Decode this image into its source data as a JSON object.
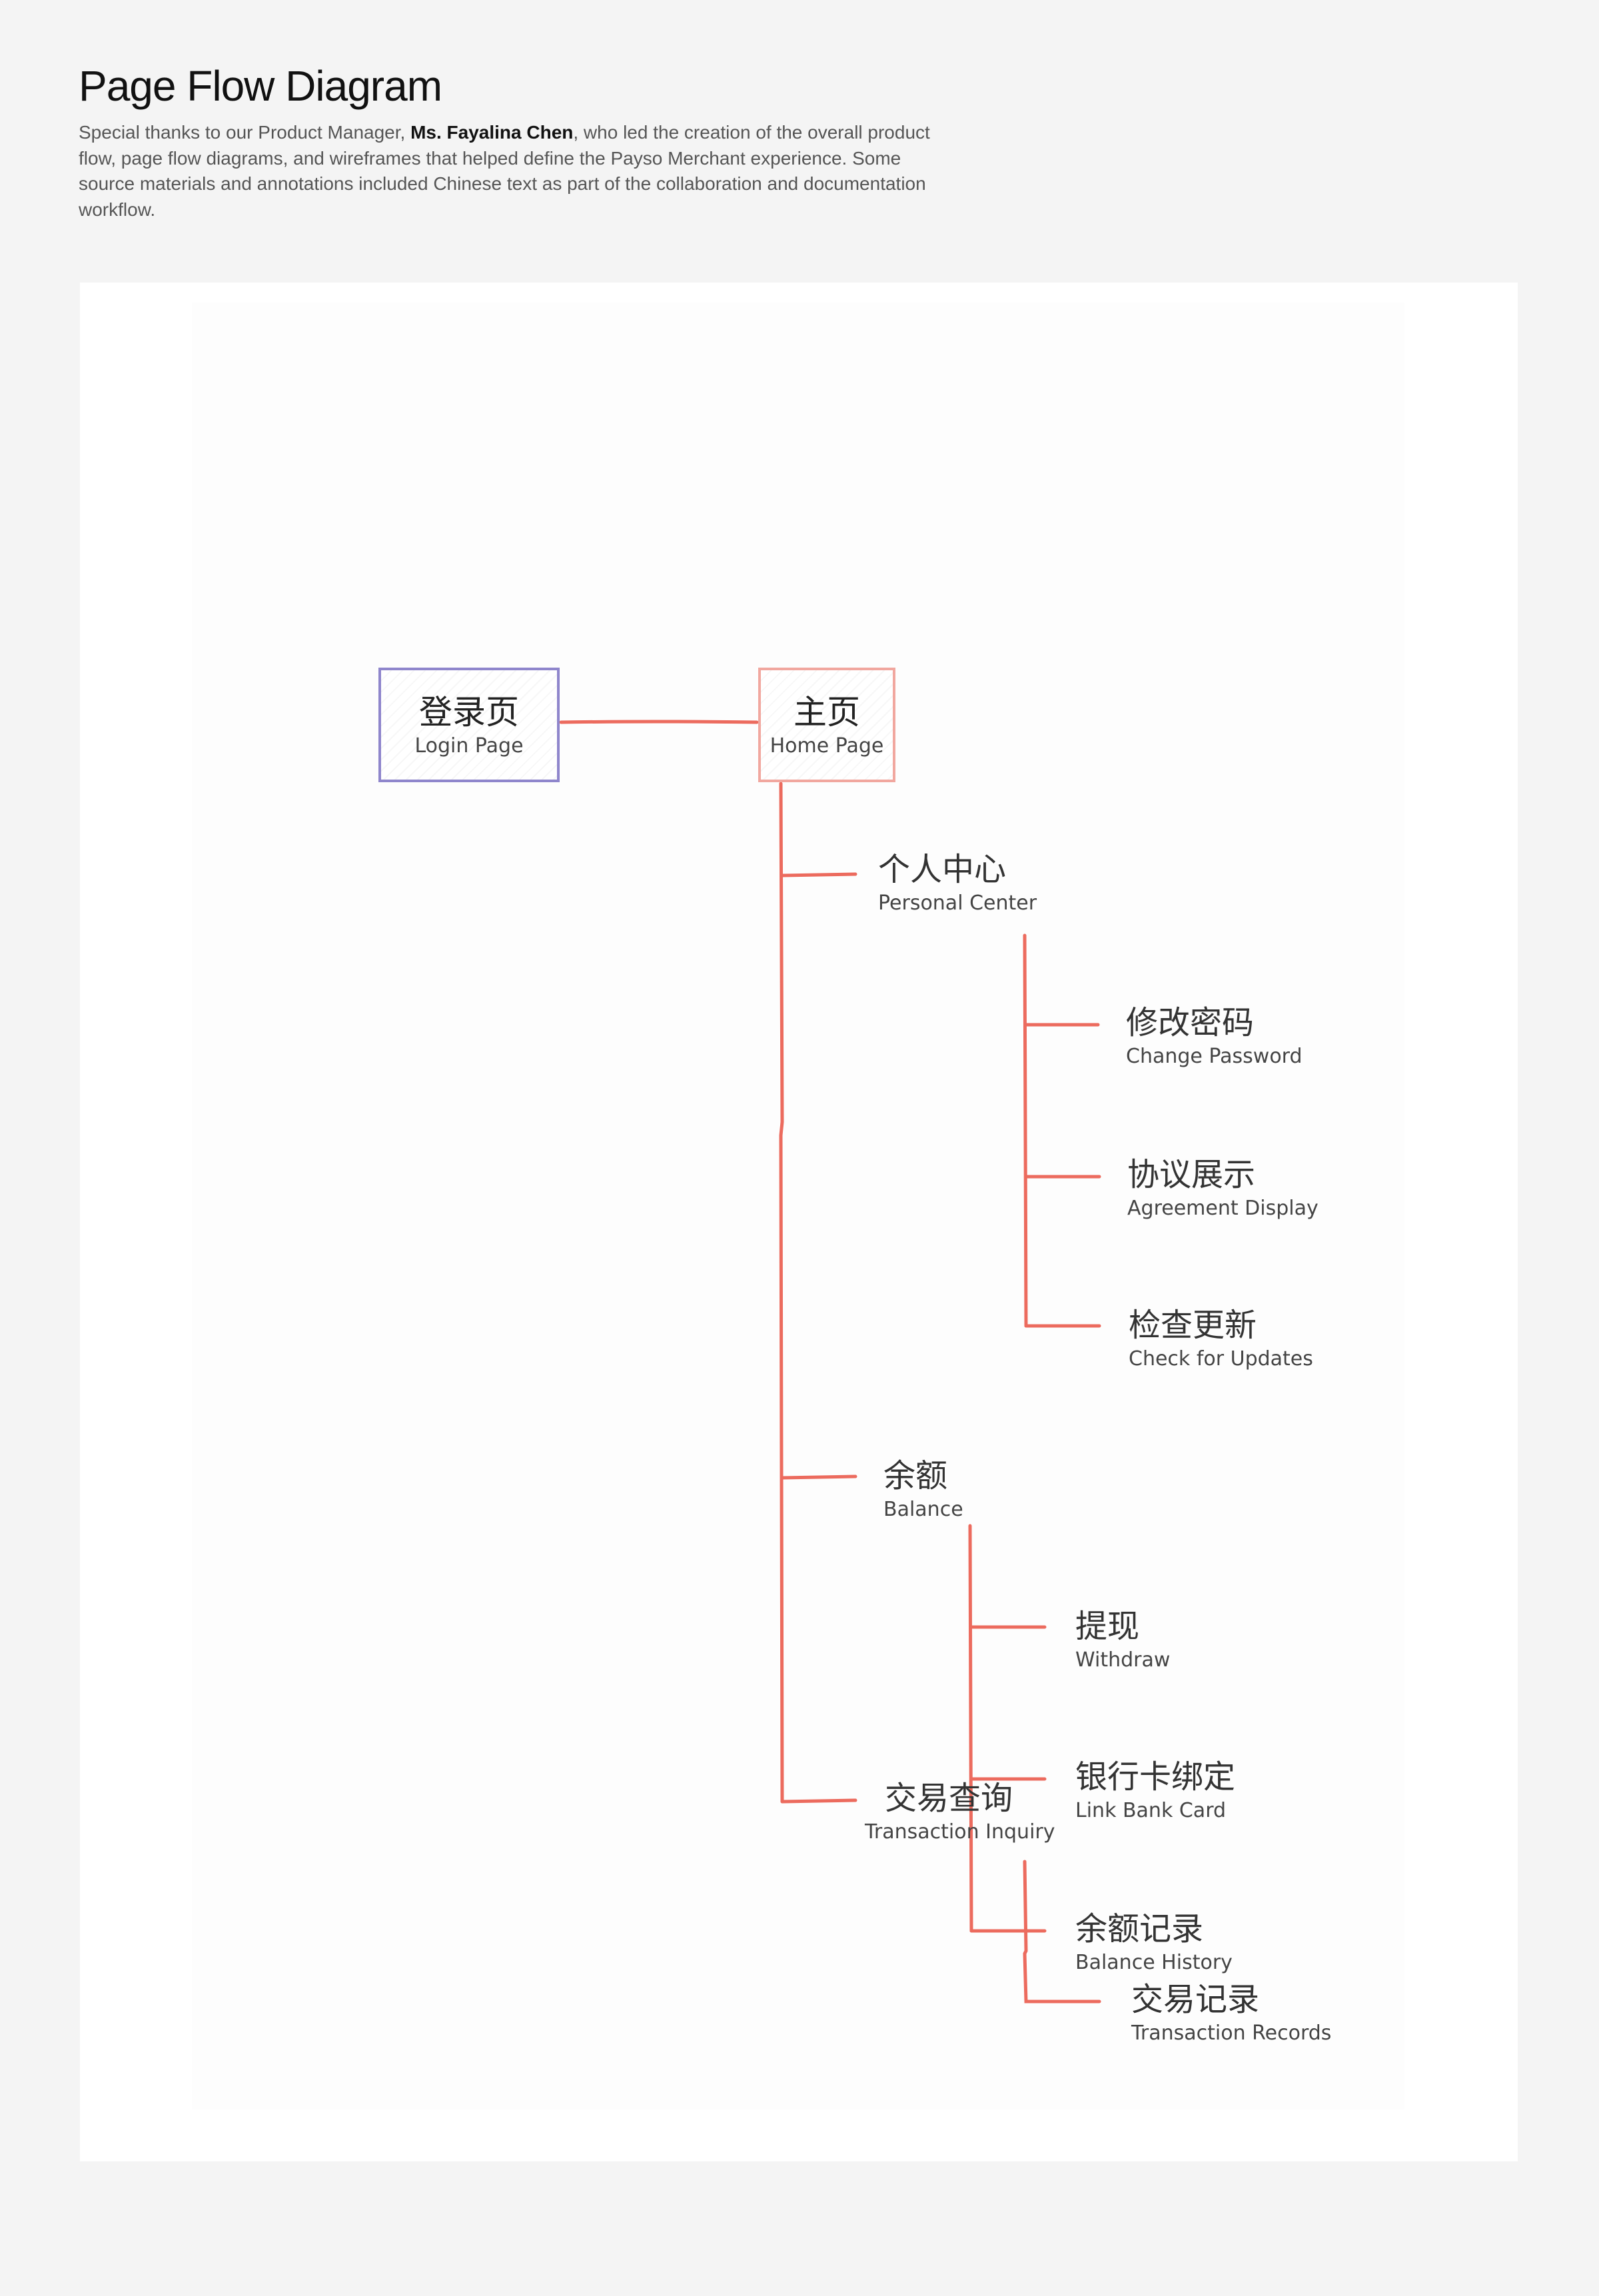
{
  "header": {
    "title": "Page Flow Diagram",
    "intro_before": "Special thanks to our Product Manager, ",
    "intro_name": "Ms. Fayalina Chen",
    "intro_after": ", who led the creation of the overall product flow, page flow diagrams, and wireframes that helped define the Payso Merchant experience. Some source materials and annotations included Chinese text as part of the collaboration and documentation workflow."
  },
  "colors": {
    "connector": "#ec6b5e",
    "login_border": "#8f86cc",
    "home_border": "#f1a79f"
  },
  "diagram": {
    "login": {
      "zh": "登录页",
      "en": "Login Page"
    },
    "home": {
      "zh": "主页",
      "en": "Home Page"
    },
    "personal_center": {
      "zh": "个人中心",
      "en": "Personal Center"
    },
    "change_password": {
      "zh": "修改密码",
      "en": "Change Password"
    },
    "agreement_display": {
      "zh": "协议展示",
      "en": "Agreement Display"
    },
    "check_updates": {
      "zh": "检查更新",
      "en": "Check for Updates"
    },
    "balance": {
      "zh": "余额",
      "en": "Balance"
    },
    "withdraw": {
      "zh": "提现",
      "en": "Withdraw"
    },
    "link_bank_card": {
      "zh": "银行卡绑定",
      "en": "Link Bank Card"
    },
    "balance_history": {
      "zh": "余额记录",
      "en": "Balance History"
    },
    "transaction_inquiry": {
      "zh": "交易查询",
      "en": "Transaction Inquiry"
    },
    "transaction_records": {
      "zh": "交易记录",
      "en": "Transaction Records"
    }
  }
}
